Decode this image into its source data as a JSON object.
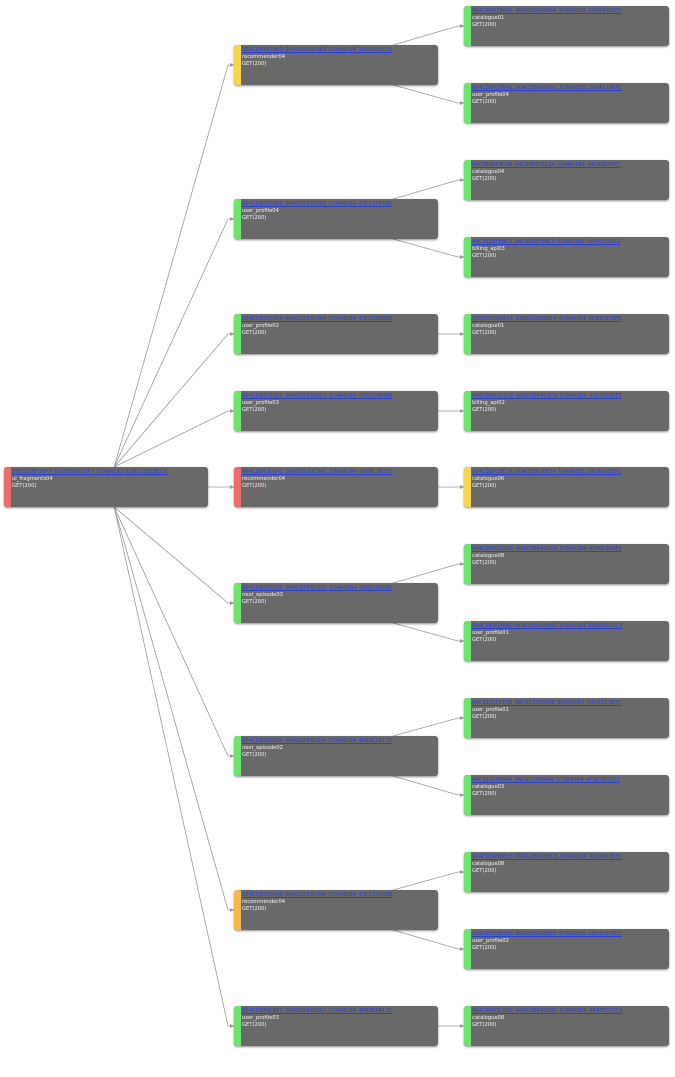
{
  "colors": {
    "green": "#6de46d",
    "yellow": "#f5d64e",
    "red": "#ec6c6c",
    "orange": "#f5b64e",
    "edge": "#9a9a9a"
  },
  "nodes": {
    "root": {
      "id": "59E3590FD0F7_59E3590FD0F7_57A841B2_11BCC5B1BECC",
      "service": "ui_fragments04",
      "status": "GET(200)",
      "color": "red"
    },
    "m1": {
      "id": "904CDE43C869_904CDE43C869_57A841B4_39781BE17E",
      "service": "recommender04",
      "status": "GET(200)",
      "color": "yellow"
    },
    "m2": {
      "id": "904CDE43C869_904CDE43C869_57A841B4_43CC5F8188",
      "service": "user_profile04",
      "status": "GET(200)",
      "color": "green"
    },
    "m3": {
      "id": "904CDE43C904_904CDE43C904_57A841B4_43CC0E8188",
      "service": "user_profile02",
      "status": "GET(200)",
      "color": "green"
    },
    "m4": {
      "id": "904CDE435BC1_904CDE435BC1_57A841B3_43CC048188",
      "service": "user_profile03",
      "status": "GET(200)",
      "color": "green"
    },
    "m5": {
      "id": "904CDE43C94C_904CDE43C94C_57A841B4_4689C7817E",
      "service": "recommender04",
      "status": "GET(200)",
      "color": "red"
    },
    "m6": {
      "id": "904CDE43C02C_904CDE43C02C_57A841B4_8E901E818E",
      "service": "next_episode03",
      "status": "GET(200)",
      "color": "green"
    },
    "m7": {
      "id": "904CDE43C934_904CDE43C934_57A841B4_4689C2817E",
      "service": "next_episode02",
      "status": "GET(200)",
      "color": "green"
    },
    "m8": {
      "id": "904CDE43C940_904CDE43C940_57A841B4_43CC748188",
      "service": "recommender04",
      "status": "GET(200)",
      "color": "orange"
    },
    "m9": {
      "id": "904CDE43C867_904CDE43C867_57A841B4_4689EA817E",
      "service": "user_profile03",
      "status": "GET(200)",
      "color": "green"
    },
    "l1": {
      "id": "904CDE43869A_904CDE43869A_57A841B5_342A34E5FC",
      "service": "catalogue01",
      "status": "GET(200)",
      "color": "green"
    },
    "l2": {
      "id": "904CDE4386AC_904CDE4386AC_57A841B5_342A319EFC",
      "service": "user_profile04",
      "status": "GET(200)",
      "color": "green"
    },
    "l3": {
      "id": "9AC9589F9C5A_9AC9589F9C5A_57A841B4_342A5E56FC",
      "service": "catalogue04",
      "status": "GET(200)",
      "color": "green"
    },
    "l4": {
      "id": "9AC9558FEBC0_9AC9558FEBC0_57A841B4_9A4FF172C3",
      "service": "billing_api03",
      "status": "GET(200)",
      "color": "green"
    },
    "l5": {
      "id": "D58502ED9614_D58502ED9614_57A841B4_8F90C950FE",
      "service": "catalogue01",
      "status": "GET(200)",
      "color": "green"
    },
    "l6": {
      "id": "904CDE43C3C9_904CDE43C3C9_57A841B3_4167FC5EFE",
      "service": "billing_api02",
      "status": "GET(200)",
      "color": "green"
    },
    "l7": {
      "id": "904CDE43BF34_904CDE43BF34_57A841B5_342A345EFC",
      "service": "catalogue06",
      "status": "GET(200)",
      "color": "yellow"
    },
    "l8": {
      "id": "904CDE43C0C6_904CDE43C0C6_57A841B4_8F90C956FE",
      "service": "catalogue08",
      "status": "GET(200)",
      "color": "green"
    },
    "l9": {
      "id": "904CDE43A660_904CDE43A660_57A841B4_9A5802C7C3",
      "service": "user_profile01",
      "status": "GET(200)",
      "color": "green"
    },
    "l10": {
      "id": "9AC9121FDF98_9AC9121FDF98_57A841B4_342A22 5EFC",
      "service": "user_profile01",
      "status": "GET(200)",
      "color": "green"
    },
    "l11": {
      "id": "9AC9121FA0A6_9AC9121FA0A6_57A841B4_4F9C3B72C1",
      "service": "catalogue03",
      "status": "GET(200)",
      "color": "green"
    },
    "l12": {
      "id": "904CDE43BEC8_904CDE43BEC8_57A841B5_4E08843EFC",
      "service": "catalogue08",
      "status": "GET(200)",
      "color": "green"
    },
    "l13": {
      "id": "904CDE43B8E8_904CDE43B8E8_57A841B5_36635B72C0",
      "service": "user_profile02",
      "status": "GET(200)",
      "color": "green"
    },
    "l14": {
      "id": "904CDE43C80C_904CDE43C80C_57A841B4_9A4FFC72C3",
      "service": "catalogue08",
      "status": "GET(200)",
      "color": "green"
    }
  },
  "edges": [
    [
      "root",
      "m1"
    ],
    [
      "root",
      "m2"
    ],
    [
      "root",
      "m3"
    ],
    [
      "root",
      "m4"
    ],
    [
      "root",
      "m5"
    ],
    [
      "root",
      "m6"
    ],
    [
      "root",
      "m7"
    ],
    [
      "root",
      "m8"
    ],
    [
      "root",
      "m9"
    ],
    [
      "m1",
      "l1"
    ],
    [
      "m1",
      "l2"
    ],
    [
      "m2",
      "l3"
    ],
    [
      "m2",
      "l4"
    ],
    [
      "m3",
      "l5"
    ],
    [
      "m4",
      "l6"
    ],
    [
      "m5",
      "l7"
    ],
    [
      "m6",
      "l8"
    ],
    [
      "m6",
      "l9"
    ],
    [
      "m7",
      "l10"
    ],
    [
      "m7",
      "l11"
    ],
    [
      "m8",
      "l12"
    ],
    [
      "m8",
      "l13"
    ],
    [
      "m9",
      "l14"
    ]
  ]
}
